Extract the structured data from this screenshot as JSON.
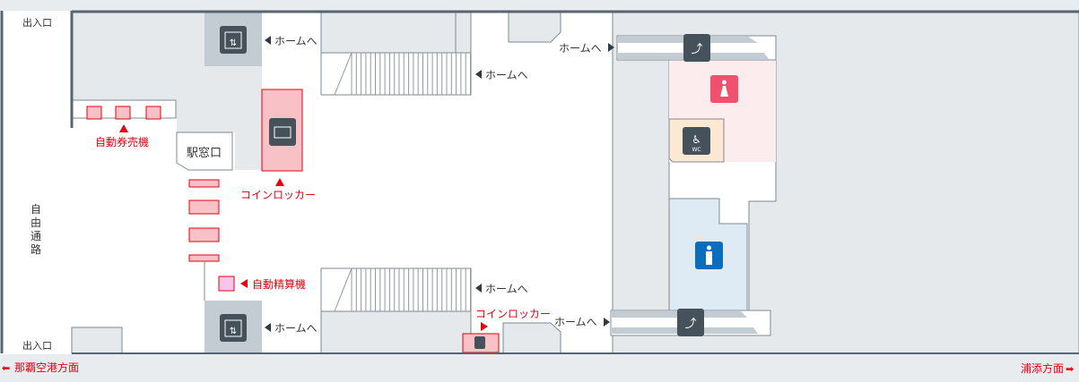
{
  "labels": {
    "entrance_top": "出入口",
    "entrance_bottom": "出入口",
    "free_passage": [
      "自",
      "由",
      "通",
      "路"
    ],
    "ticket_machines": "自動券売機",
    "ticket_office": "駅窓口",
    "coin_locker_1": "コインロッカー",
    "coin_locker_2": "コインロッカー",
    "fare_adjustment": "自動精算機",
    "to_platform": "ホームへ",
    "to_naha_airport": "那覇空港方面",
    "to_urasoe": "浦添方面"
  },
  "colors": {
    "accent_red": "#e60012",
    "wall": "#566570",
    "womens": "#f0506e",
    "mens": "#0a6ebd"
  },
  "icons": [
    "elevator-icon",
    "coin-locker-icon",
    "escalator-icon",
    "womens-restroom-icon",
    "accessible-restroom-icon",
    "mens-restroom-icon"
  ]
}
